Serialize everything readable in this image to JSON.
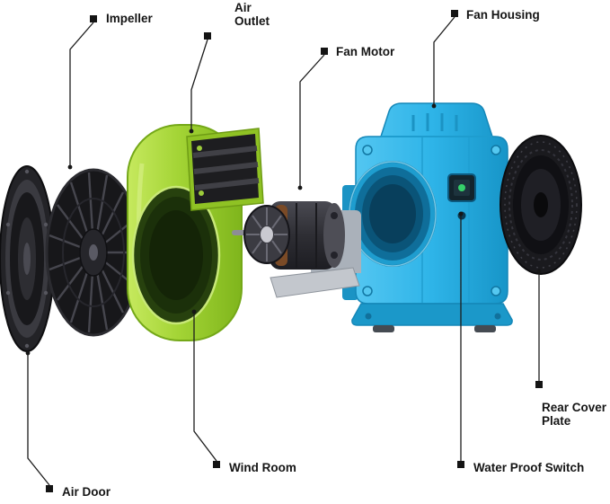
{
  "labels": [
    {
      "id": "impeller",
      "lines": [
        "Impeller"
      ]
    },
    {
      "id": "air-outlet",
      "lines": [
        "Air",
        "Outlet"
      ]
    },
    {
      "id": "fan-motor",
      "lines": [
        "Fan Motor"
      ]
    },
    {
      "id": "fan-housing",
      "lines": [
        "Fan Housing"
      ]
    },
    {
      "id": "rear-cover-plate",
      "lines": [
        "Rear Cover",
        "Plate"
      ]
    },
    {
      "id": "water-proof-switch",
      "lines": [
        "Water Proof Switch"
      ]
    },
    {
      "id": "wind-room",
      "lines": [
        "Wind Room"
      ]
    },
    {
      "id": "air-door",
      "lines": [
        "Air Door"
      ]
    }
  ],
  "colors": {
    "wind_room_green": "#a3d435",
    "fan_housing_blue": "#2eb4e8",
    "dark_part": "#1a1a1e",
    "label_text": "#151515",
    "leader_line": "#1c1c1c",
    "switch_led_green": "#35d06a"
  }
}
